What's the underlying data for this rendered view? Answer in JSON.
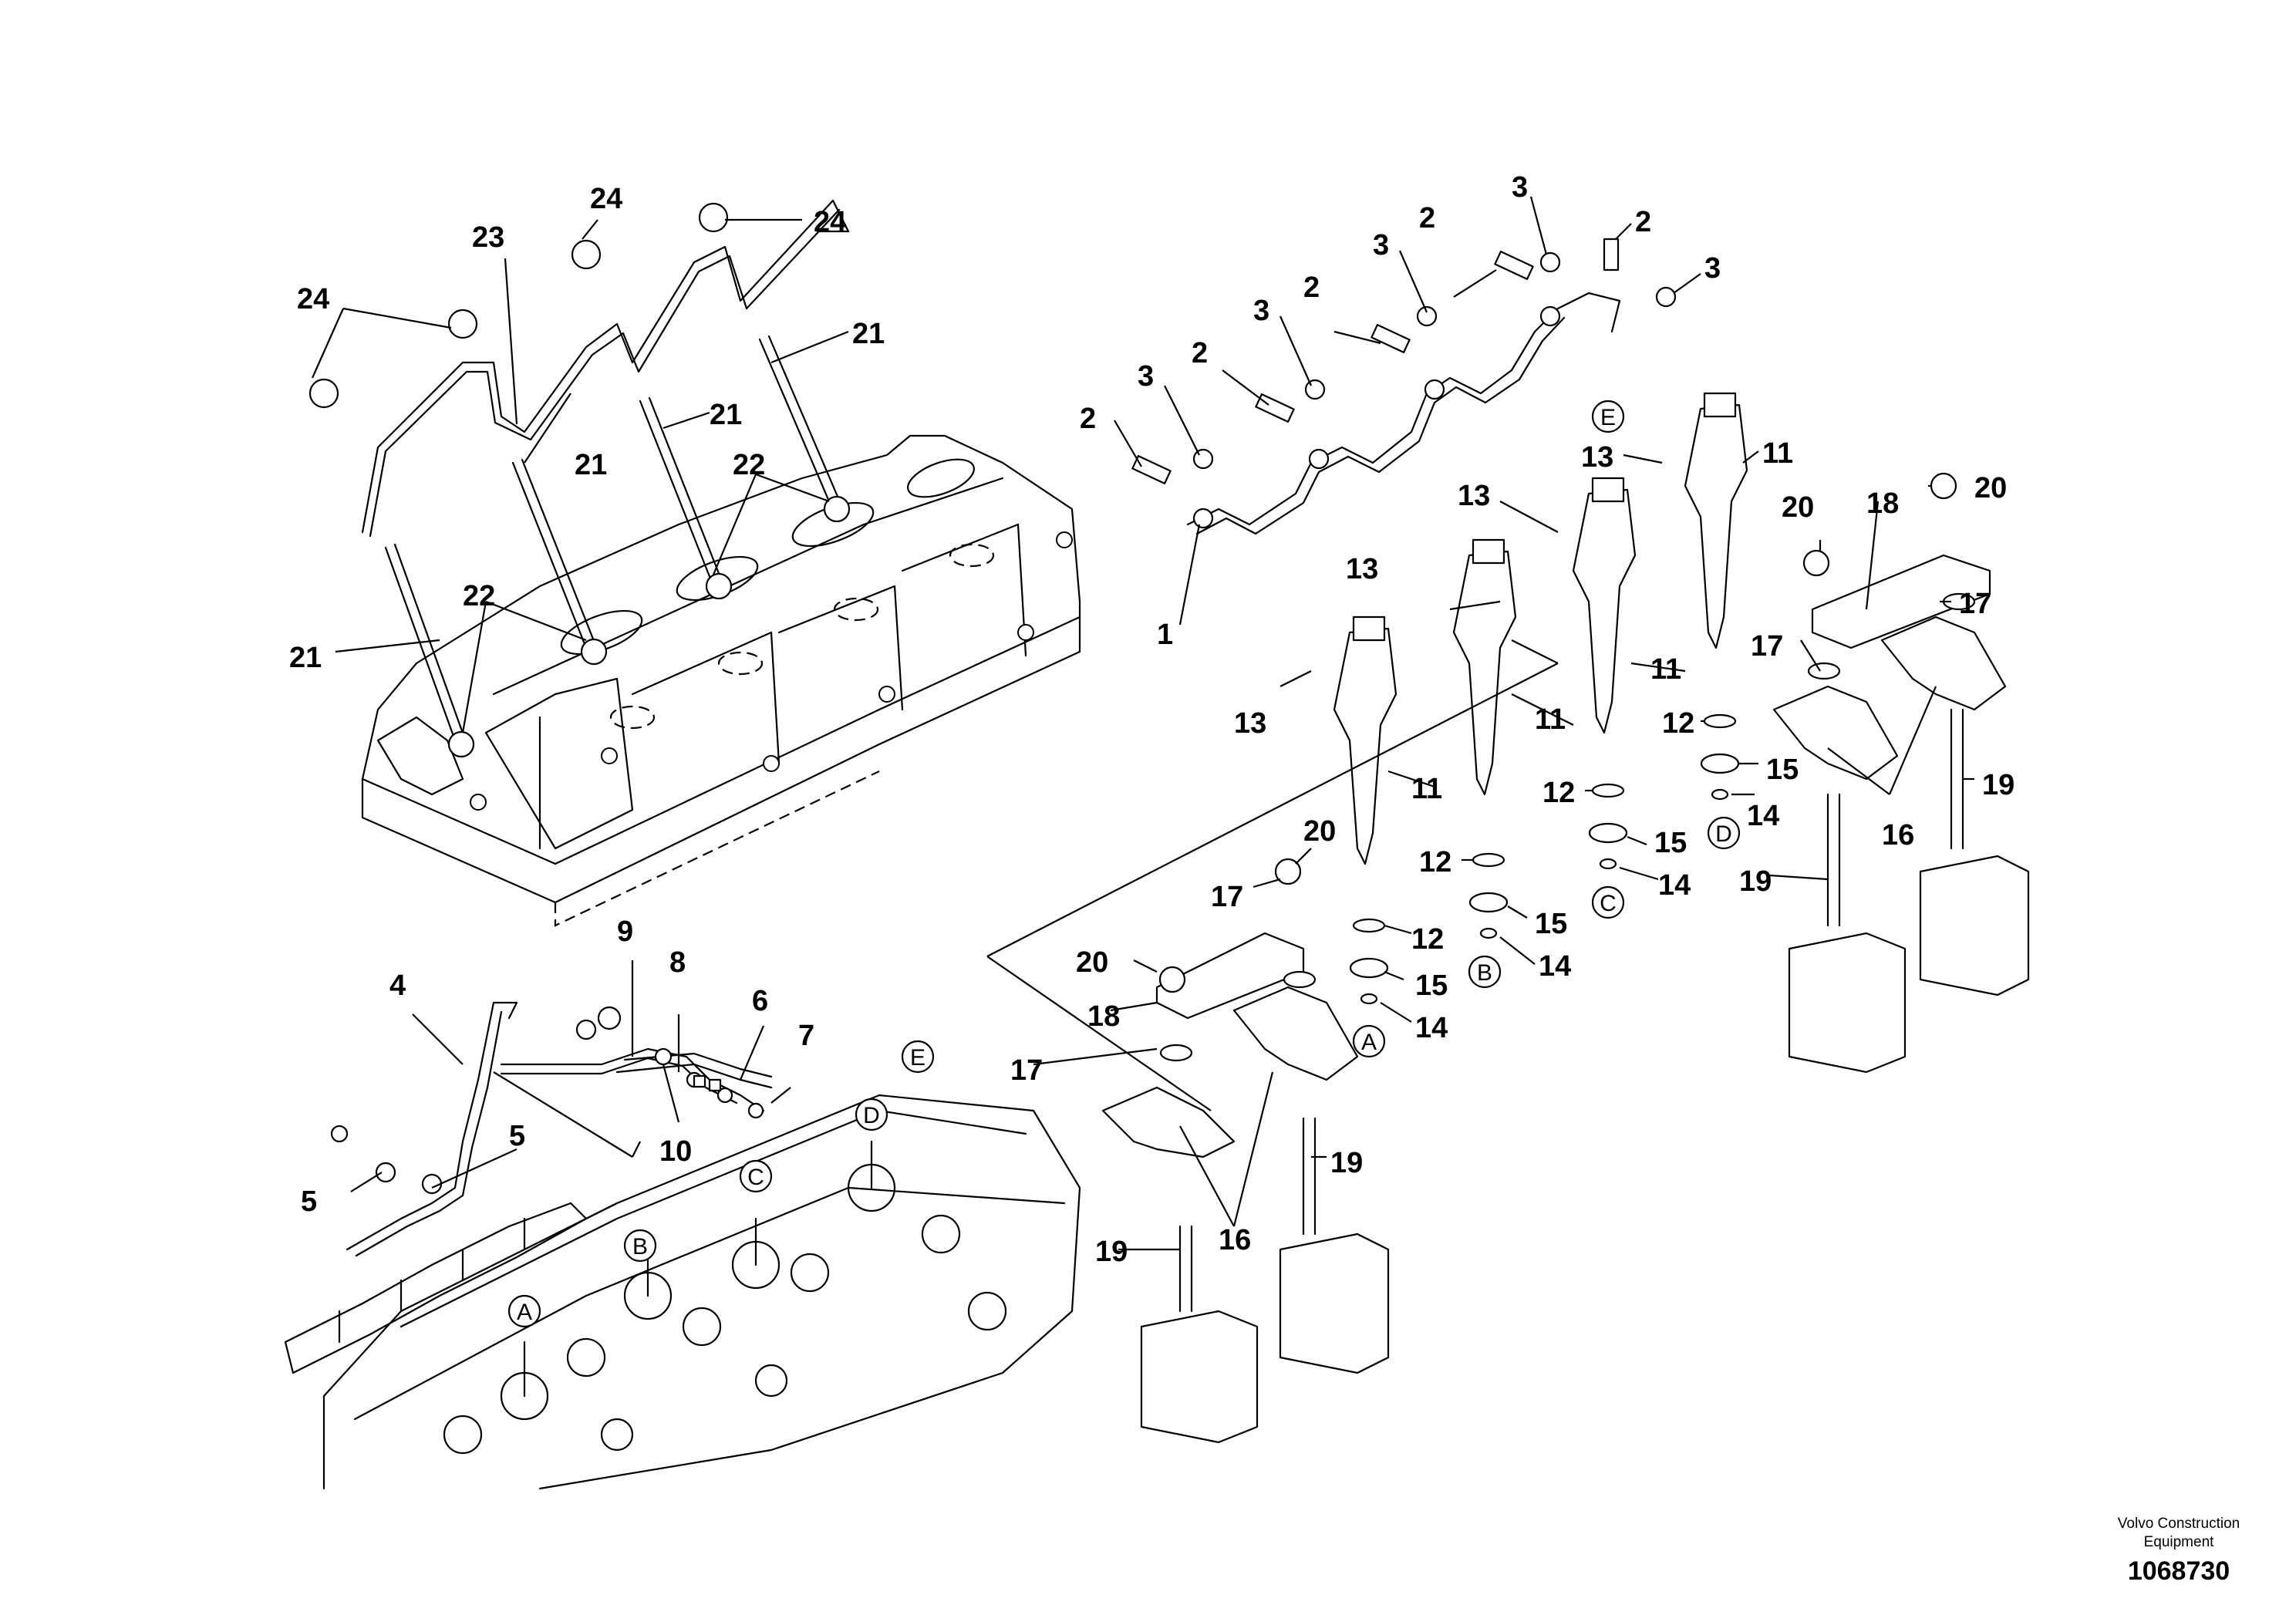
{
  "diagram": {
    "callouts": {
      "c1": "1",
      "c2a": "2",
      "c2b": "2",
      "c2c": "2",
      "c2d": "2",
      "c2e": "2",
      "c3a": "3",
      "c3b": "3",
      "c3c": "3",
      "c3d": "3",
      "c3e": "3",
      "c4": "4",
      "c5a": "5",
      "c5b": "5",
      "c6": "6",
      "c7": "7",
      "c8": "8",
      "c9": "9",
      "c10": "10",
      "c11a": "11",
      "c11b": "11",
      "c11c": "11",
      "c11d": "11",
      "c12a": "12",
      "c12b": "12",
      "c12c": "12",
      "c12d": "12",
      "c13a": "13",
      "c13b": "13",
      "c13c": "13",
      "c13d": "13",
      "c14a": "14",
      "c14b": "14",
      "c14c": "14",
      "c14d": "14",
      "c15a": "15",
      "c15b": "15",
      "c15c": "15",
      "c15d": "15",
      "c16a": "16",
      "c16b": "16",
      "c17a": "17",
      "c17b": "17",
      "c17c": "17",
      "c17d": "17",
      "c18a": "18",
      "c18b": "18",
      "c19a": "19",
      "c19b": "19",
      "c19c": "19",
      "c19d": "19",
      "c20a": "20",
      "c20b": "20",
      "c20c": "20",
      "c20d": "20",
      "c21a": "21",
      "c21b": "21",
      "c21c": "21",
      "c21d": "21",
      "c22a": "22",
      "c22b": "22",
      "c23": "23",
      "c24a": "24",
      "c24b": "24",
      "c24c": "24"
    },
    "letters": {
      "A1": "A",
      "A2": "A",
      "B1": "B",
      "B2": "B",
      "C1": "C",
      "C2": "C",
      "D1": "D",
      "D2": "D",
      "E1": "E",
      "E2": "E"
    }
  },
  "footer": {
    "brand_line1": "Volvo Construction",
    "brand_line2": "Equipment",
    "doc_number": "1068730"
  }
}
